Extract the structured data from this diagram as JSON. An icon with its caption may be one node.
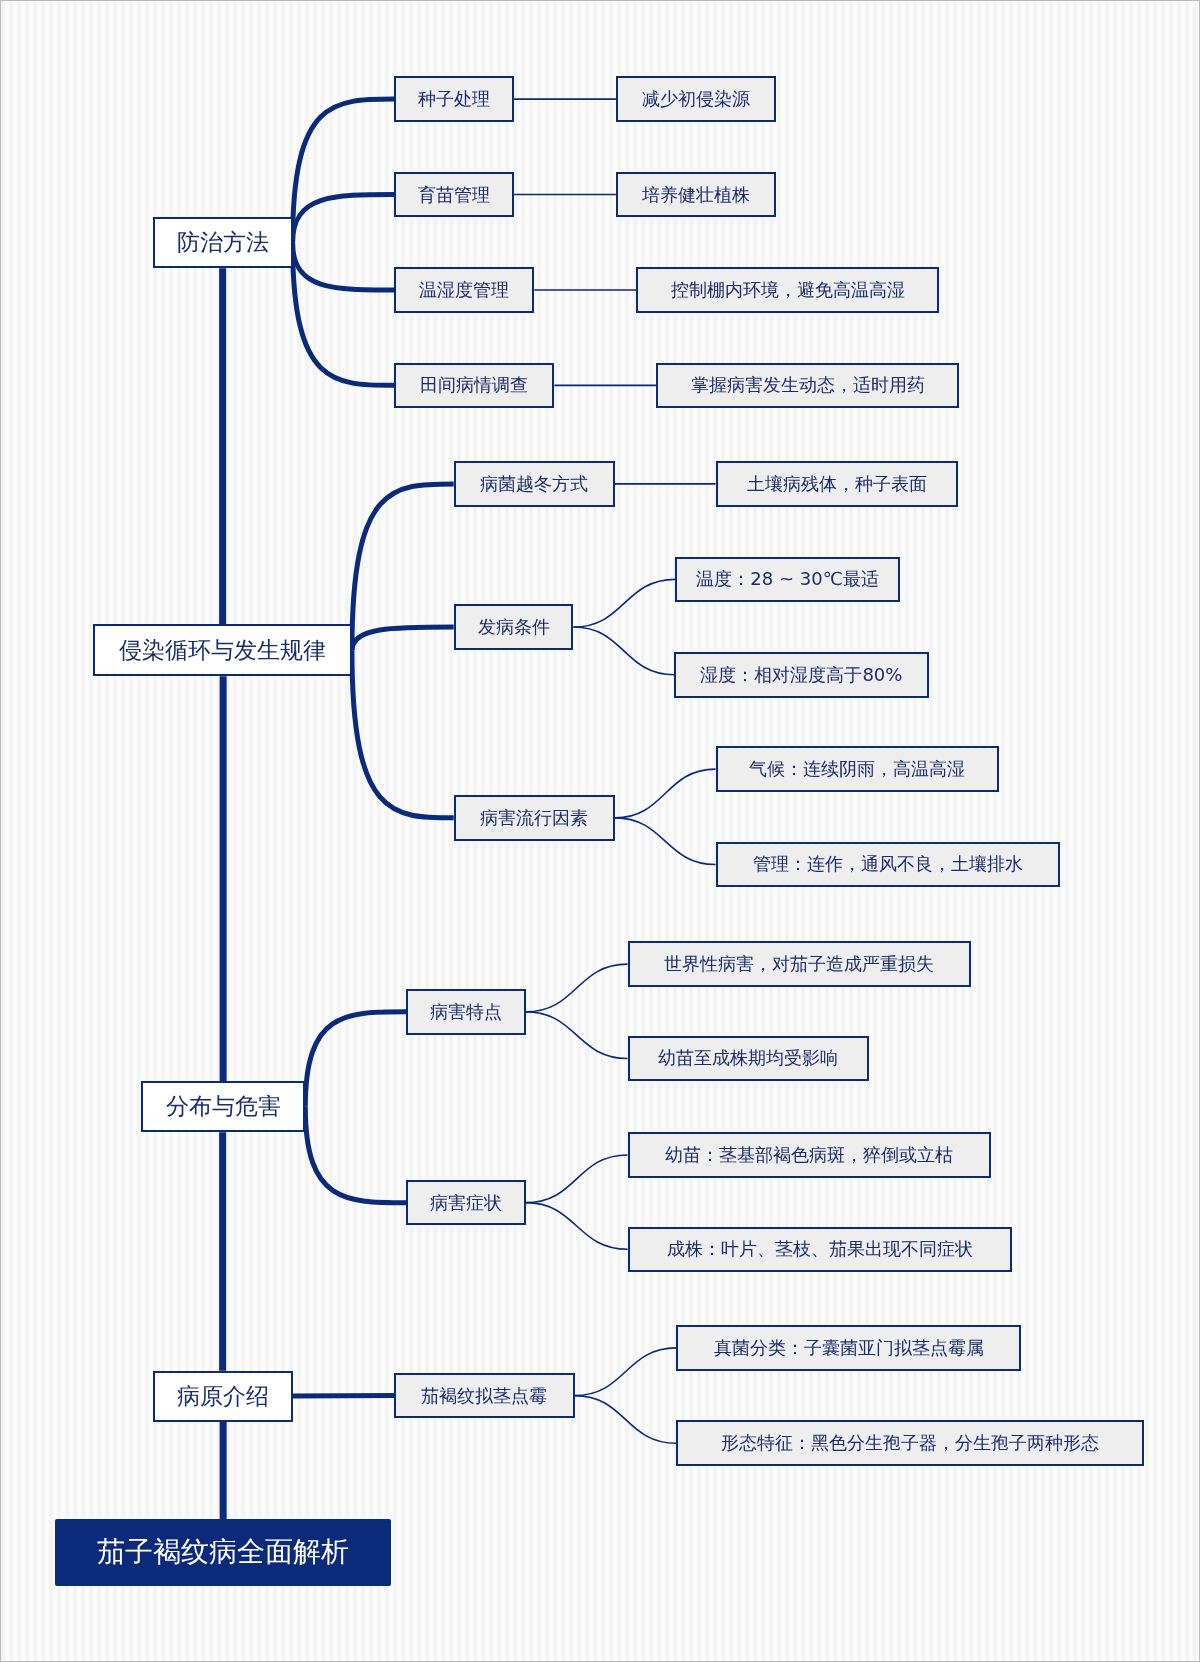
{
  "diagram": {
    "nodes": [
      {
        "text": [
          "防治方法"
        ]
      },
      {
        "text": [
          "种子处理"
        ]
      },
      {
        "text": [
          "减少初侵染源"
        ]
      },
      {
        "text": [
          "育苗管理"
        ]
      },
      {
        "text": [
          "培养健壮植株"
        ]
      },
      {
        "text": [
          "温湿度管理"
        ]
      },
      {
        "text": [
          "控制棚内环境，避免高温高湿"
        ]
      },
      {
        "text": [
          "田间病情调查"
        ]
      },
      {
        "text": [
          "掌握病害发生动态，适时用药"
        ]
      },
      {
        "text": [
          "侵染循环与发生规律"
        ]
      },
      {
        "text": [
          "病菌越冬方式"
        ]
      },
      {
        "text": [
          "土壤病残体，种子表面"
        ]
      },
      {
        "text": [
          "发病条件"
        ]
      },
      {
        "text": [
          "温度：28 ~ 30℃最适"
        ]
      },
      {
        "text": [
          "湿度：相对湿度高于80%"
        ]
      },
      {
        "text": [
          "病害流行因素"
        ]
      },
      {
        "text": [
          "气候：连续阴雨，高温高湿"
        ]
      },
      {
        "text": [
          "管理：连作，通风不良，土壤排水"
        ]
      },
      {
        "text": [
          "分布与危害"
        ]
      },
      {
        "text": [
          "病害特点"
        ]
      },
      {
        "text": [
          "世界性病害，对茄子造成严重损失"
        ]
      },
      {
        "text": [
          "幼苗至成株期均受影响"
        ]
      },
      {
        "text": [
          "病害症状"
        ]
      },
      {
        "text": [
          "幼苗：茎基部褐色病斑，猝倒或立枯"
        ]
      },
      {
        "text": [
          "成株：叶片、茎枝、茄果出现不同症状"
        ]
      },
      {
        "text": [
          "病原介绍"
        ]
      },
      {
        "text": [
          "茄褐纹拟茎点霉"
        ]
      },
      {
        "text": [
          "真菌分类：子囊菌亚门拟茎点霉属"
        ]
      },
      {
        "text": [
          "形态特征：黑色分生孢子器，分生孢子两种形态"
        ]
      },
      {
        "text": [
          "茄子褐纹病全面解析"
        ]
      }
    ],
    "edges": [
      {
        "from": 9,
        "to": 0,
        "arrow": "none",
        "style": "thick"
      },
      {
        "from": 18,
        "to": 9,
        "arrow": "none",
        "style": "thick"
      },
      {
        "from": 25,
        "to": 18,
        "arrow": "none",
        "style": "thick"
      },
      {
        "from": 29,
        "to": 25,
        "arrow": "none",
        "style": "thick"
      },
      {
        "from": 0,
        "to": 1,
        "arrow": "none",
        "style": "thick"
      },
      {
        "from": 0,
        "to": 3,
        "arrow": "none",
        "style": "thick"
      },
      {
        "from": 0,
        "to": 5,
        "arrow": "none",
        "style": "thick"
      },
      {
        "from": 0,
        "to": 7,
        "arrow": "none",
        "style": "thick"
      },
      {
        "from": 1,
        "to": 2,
        "arrow": "none"
      },
      {
        "from": 3,
        "to": 4,
        "arrow": "none"
      },
      {
        "from": 5,
        "to": 6,
        "arrow": "none"
      },
      {
        "from": 7,
        "to": 8,
        "arrow": "none"
      },
      {
        "from": 9,
        "to": 10,
        "arrow": "none",
        "style": "thick"
      },
      {
        "from": 9,
        "to": 12,
        "arrow": "none",
        "style": "thick"
      },
      {
        "from": 9,
        "to": 15,
        "arrow": "none",
        "style": "thick"
      },
      {
        "from": 10,
        "to": 11,
        "arrow": "none"
      },
      {
        "from": 12,
        "to": 13,
        "arrow": "none"
      },
      {
        "from": 12,
        "to": 14,
        "arrow": "none"
      },
      {
        "from": 15,
        "to": 16,
        "arrow": "none"
      },
      {
        "from": 15,
        "to": 17,
        "arrow": "none"
      },
      {
        "from": 18,
        "to": 19,
        "arrow": "none",
        "style": "thick"
      },
      {
        "from": 18,
        "to": 22,
        "arrow": "none",
        "style": "thick"
      },
      {
        "from": 19,
        "to": 20,
        "arrow": "none"
      },
      {
        "from": 19,
        "to": 21,
        "arrow": "none"
      },
      {
        "from": 22,
        "to": 23,
        "arrow": "none"
      },
      {
        "from": 22,
        "to": 24,
        "arrow": "none"
      },
      {
        "from": 25,
        "to": 26,
        "arrow": "none",
        "style": "thick"
      },
      {
        "from": 26,
        "to": 27,
        "arrow": "none"
      },
      {
        "from": 26,
        "to": 28,
        "arrow": "none"
      }
    ]
  }
}
